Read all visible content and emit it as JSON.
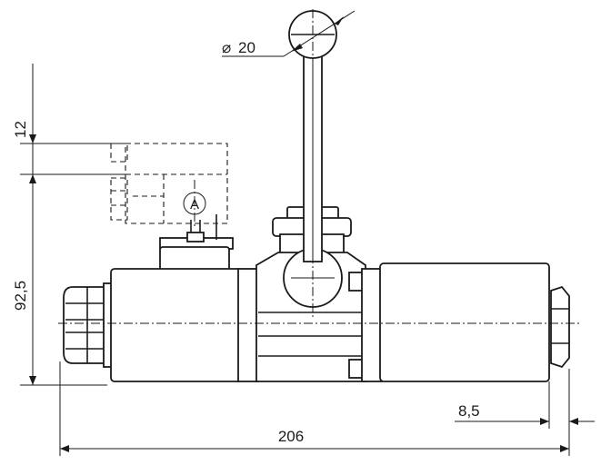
{
  "dimensions": {
    "ball_diameter": "20",
    "diameter_symbol": "⌀",
    "connector_offset": "12",
    "height": "92,5",
    "nut_width": "8,5",
    "overall_length": "206"
  },
  "labels": {
    "connector_label": "A"
  },
  "colors": {
    "line": "#1a1a1a",
    "background": "#ffffff"
  }
}
